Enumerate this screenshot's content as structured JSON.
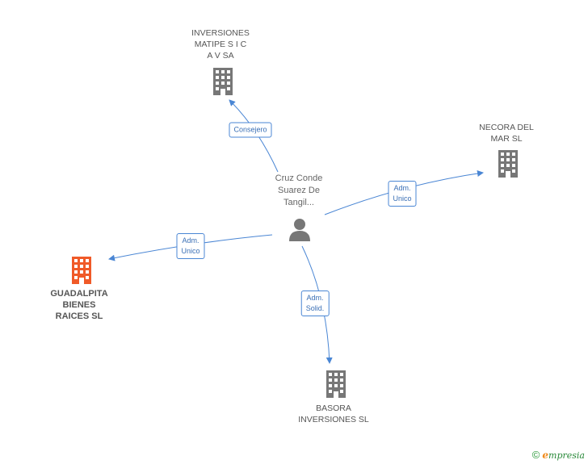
{
  "center": {
    "label": "Cruz Conde\nSuarez De\nTangil..."
  },
  "nodes": [
    {
      "id": "inversiones-matipe",
      "label": "INVERSIONES\nMATIPE S I C\nA V SA",
      "highlight": false
    },
    {
      "id": "necora-del-mar",
      "label": "NECORA DEL\nMAR SL",
      "highlight": false
    },
    {
      "id": "guadalpita",
      "label": "GUADALPITA\nBIENES\nRAICES SL",
      "highlight": true
    },
    {
      "id": "basora",
      "label": "BASORA\nINVERSIONES SL",
      "highlight": false
    }
  ],
  "edges": [
    {
      "to": "inversiones-matipe",
      "label": "Consejero"
    },
    {
      "to": "necora-del-mar",
      "label": "Adm.\nUnico"
    },
    {
      "to": "guadalpita",
      "label": "Adm.\nUnico"
    },
    {
      "to": "basora",
      "label": "Adm.\nSolid."
    }
  ],
  "footer": {
    "copyright": "©",
    "brand_first": "e",
    "brand_rest": "mpresia"
  },
  "colors": {
    "edge": "#4a86d4",
    "building": "#777777",
    "building_highlight": "#f05a28",
    "person": "#777777"
  },
  "icons": {
    "company": "building-icon",
    "person": "person-icon"
  }
}
